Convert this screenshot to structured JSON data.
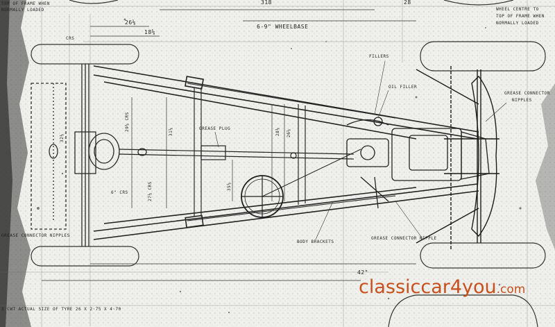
{
  "drawing": {
    "top_left_note": [
      "TOP OF FRAME WHEN",
      "NORMALLY LOADED"
    ],
    "top_right_note": [
      "WHEEL CENTRE TO",
      "TOP OF FRAME WHEN",
      "NORMALLY LOADED"
    ],
    "dim_318": "318",
    "dim_28": "28",
    "dim_26": "26⅛",
    "dim_18": "18⅝",
    "dim_wheelbase": "6-9\" WHEELBASE",
    "dim_42": "42\"",
    "dim_29": "29⅝ CRS",
    "dim_31": "31⅝",
    "dim_28b": "28⅛",
    "dim_26b": "26⅝",
    "dim_35": "35⅝",
    "dim_27": "27⅛ CRS",
    "dim_32": "32⅛",
    "dim_6crs": "6\" CRS",
    "label_fillers": "FILLERS",
    "label_oil_filler": "OIL FILLER",
    "label_grease_plug": "GREASE PLUG",
    "label_grease_nipples_right": [
      "GREASE CONNECTOR",
      "NIPPLES"
    ],
    "label_grease_nipples_left": "GREASE CONNECTOR NIPPLES",
    "label_grease_nipple_bottom": "GREASE CONNECTOR NIPPLE",
    "label_body_brackets": "BODY BRACKETS",
    "label_tyre": "3 CWT ACTUAL SIZE OF TYRE 26 X 2·75 X 4·70",
    "label_brace": "CRS"
  },
  "watermark": {
    "brand": "classiccar4you",
    "tld": ".com",
    "color": "#c8501d"
  }
}
